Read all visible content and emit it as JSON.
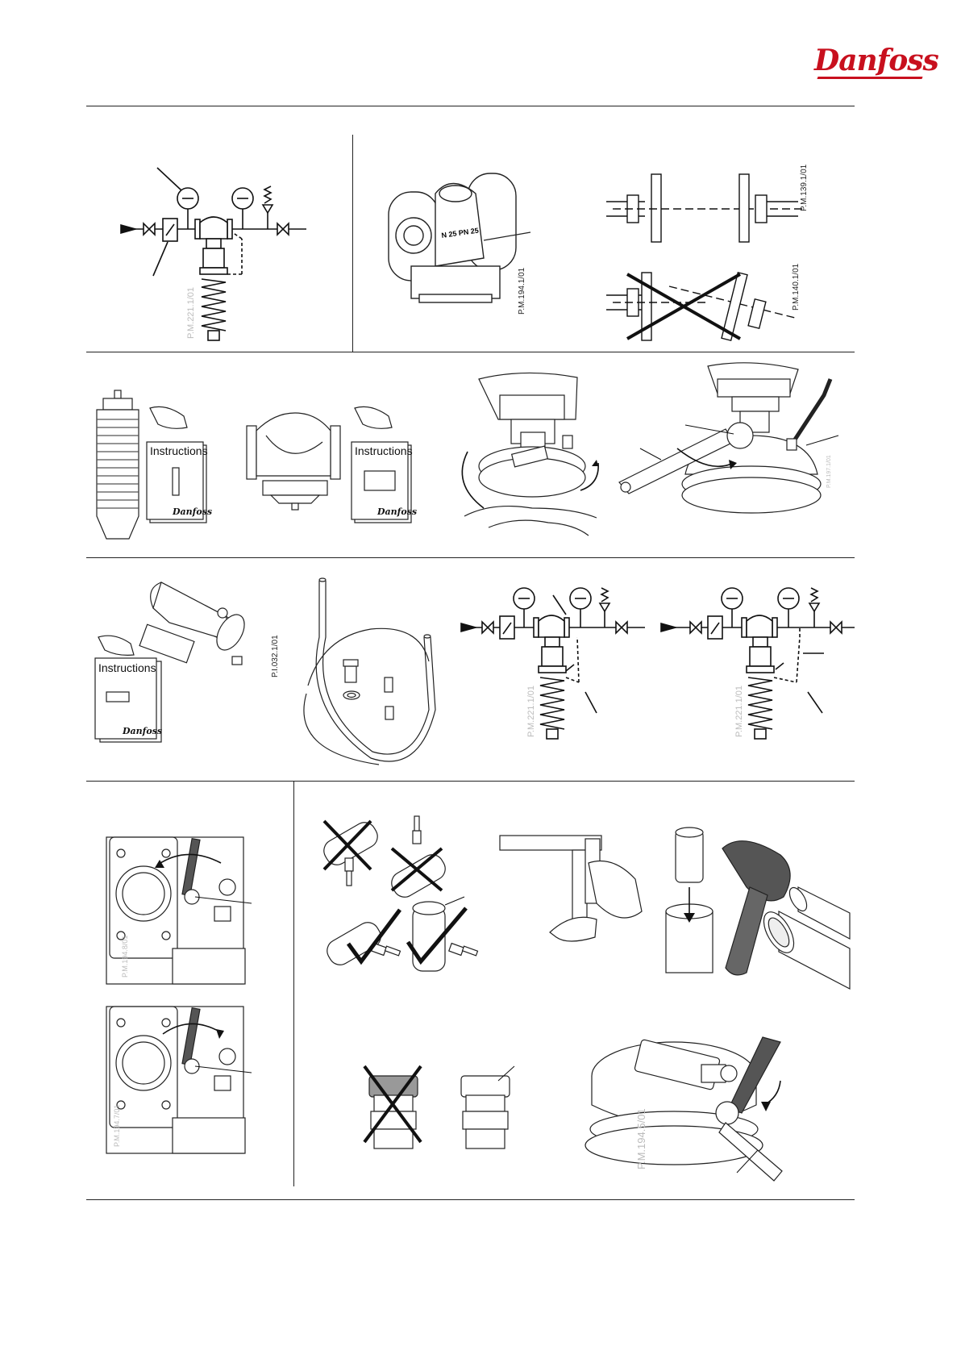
{
  "header": {
    "brand": "Danfoss"
  },
  "figures": {
    "schematic_top": {
      "code": "P.M.221.1/01"
    },
    "valve_body": {
      "code": "P.M.194.1/01",
      "marking": "N 25 PN 25"
    },
    "flange_ok": {
      "code": "P.M.139.1/01"
    },
    "flange_bad": {
      "code": "P.M.140.1/01"
    },
    "actuator_book": {
      "label": "Instructions",
      "brand": "Danfoss"
    },
    "valve_book": {
      "label": "Instructions",
      "brand": "Danfoss"
    },
    "wrench_fig": {
      "code": "P.M.197.1/01"
    },
    "cooler_book": {
      "label": "Instructions",
      "brand": "Danfoss"
    },
    "cooler": {
      "code": "P.I.032.1/01"
    },
    "schematic_a": {
      "code": "P.M.221.1/01"
    },
    "schematic_b": {
      "code": "P.M.221.1/01"
    },
    "plug_open": {
      "code": "P.M.194.8/01"
    },
    "plug_close": {
      "code": "P.M.194.7/01"
    },
    "nut_tighten": {
      "code": "P.M.194.5/01"
    }
  }
}
